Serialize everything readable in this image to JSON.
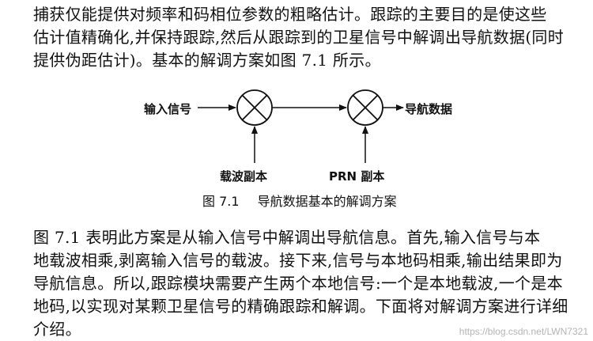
{
  "paragraph_1": {
    "lines": [
      "捕获仅能提供对频率和码相位参数的粗略估计。跟踪的主要目的是使这些",
      "估计值精确化,并保持跟踪,然后从跟踪到的卫星信号中解调出导航数据(同时",
      "提供伪距估计)。基本的解调方案如图 7.1 所示。"
    ]
  },
  "diagram": {
    "input_label": "输入信号",
    "output_label": "导航数据",
    "carrier_label": "载波副本",
    "prn_label": "PRN 副本"
  },
  "caption": {
    "figure_number": "图 7.1",
    "title": "导航数据基本的解调方案"
  },
  "paragraph_2": {
    "lines": [
      "图 7.1 表明此方案是从输入信号中解调出导航信息。首先,输入信号与本",
      "地载波相乘,剥离输入信号的载波。接下来,信号与本地码相乘,输出结果即为",
      "导航信息。所以,跟踪模块需要产生两个本地信号:一个是本地载波,一个是本",
      "地码,以实现对某颗卫星信号的精确跟踪和解调。下面将对解调方案进行详细",
      "介绍。"
    ]
  },
  "watermark": "https://blog.csdn.net/LWN7321"
}
